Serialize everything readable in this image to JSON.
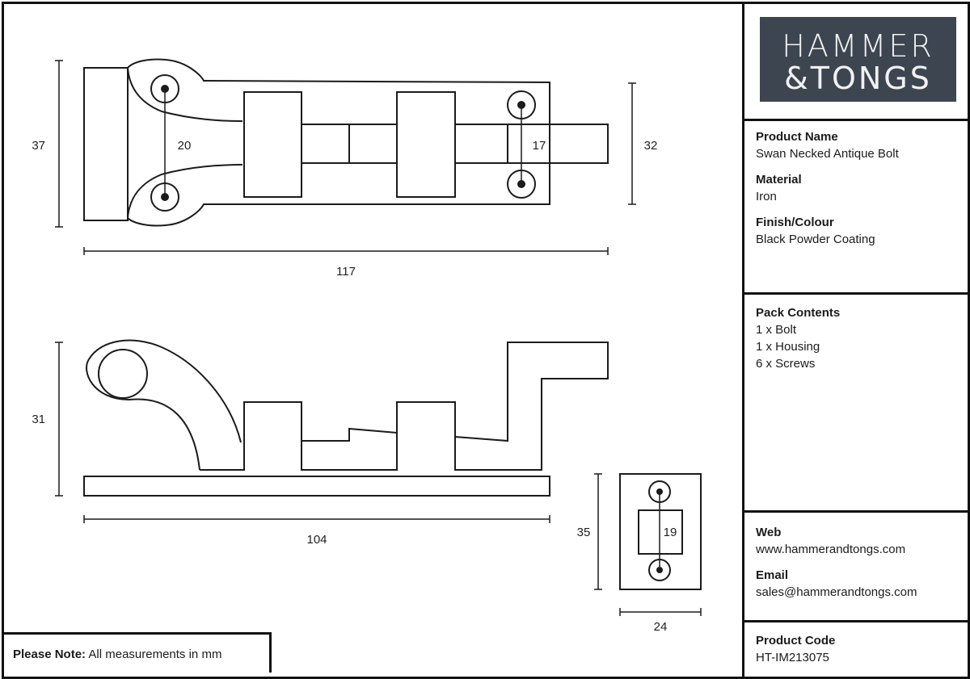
{
  "logo": {
    "line1": "HAMMER",
    "line2": "&TONGS"
  },
  "product": {
    "name_label": "Product Name",
    "name": "Swan Necked Antique Bolt",
    "material_label": "Material",
    "material": "Iron",
    "finish_label": "Finish/Colour",
    "finish": "Black Powder Coating"
  },
  "pack": {
    "label": "Pack Contents",
    "items": [
      "1 x Bolt",
      "1 x Housing",
      "6 x Screws"
    ]
  },
  "contact": {
    "web_label": "Web",
    "web": "www.hammerandtongs.com",
    "email_label": "Email",
    "email": "sales@hammerandtongs.com"
  },
  "code": {
    "label": "Product Code",
    "value": "HT-IM213075"
  },
  "note": {
    "label": "Please Note:",
    "text": "All measurements in mm"
  },
  "dimensions": {
    "top_height": "37",
    "top_hole_spacing": "20",
    "bolt_hole_spacing": "17",
    "top_right_height": "32",
    "top_length": "117",
    "side_height": "31",
    "side_length": "104",
    "keep_height": "35",
    "keep_slot": "19",
    "keep_width": "24"
  }
}
